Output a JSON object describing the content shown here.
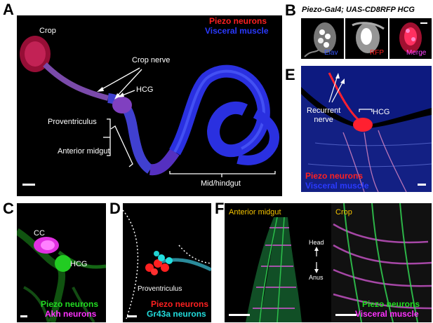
{
  "labels": {
    "a": "A",
    "b": "B",
    "c": "C",
    "d": "D",
    "e": "E",
    "f": "F"
  },
  "panelA": {
    "legend1": "Piezo neurons",
    "legend2": "Visceral muscle",
    "crop": "Crop",
    "crop_nerve": "Crop nerve",
    "hcg": "HCG",
    "proventriculus": "Proventriculus",
    "anterior_midgut": "Anterior midgut",
    "mid_hindgut": "Mid/hindgut"
  },
  "panelB": {
    "title": "Piezo-Gal4; UAS-CD8RFP HCG",
    "c1": "Elav",
    "c2": "RFP",
    "c3": "Merge"
  },
  "panelE": {
    "recurrent": "Recurrent\nnerve",
    "hcg": "HCG",
    "legend1": "Piezo neurons",
    "legend2": "Visceral muscle"
  },
  "panelC": {
    "cc": "CC",
    "hcg": "HCG",
    "legend1": "Piezo neurons",
    "legend2": "Akh neurons"
  },
  "panelD": {
    "proventriculus": "Proventriculus",
    "legend1": "Piezo neurons",
    "legend2": "Gr43a neurons"
  },
  "panelF": {
    "left": "Anterior midgut",
    "right": "Crop",
    "head": "Head",
    "anus": "Anus",
    "legend1": "Piezo neurons",
    "legend2": "Visceral muscle"
  },
  "colors": {
    "red": "#ff2020",
    "blue": "#2233ff",
    "green": "#22dd22",
    "magenta": "#ff33ff",
    "cyan": "#22e0e0",
    "yellow": "#f5c400"
  }
}
